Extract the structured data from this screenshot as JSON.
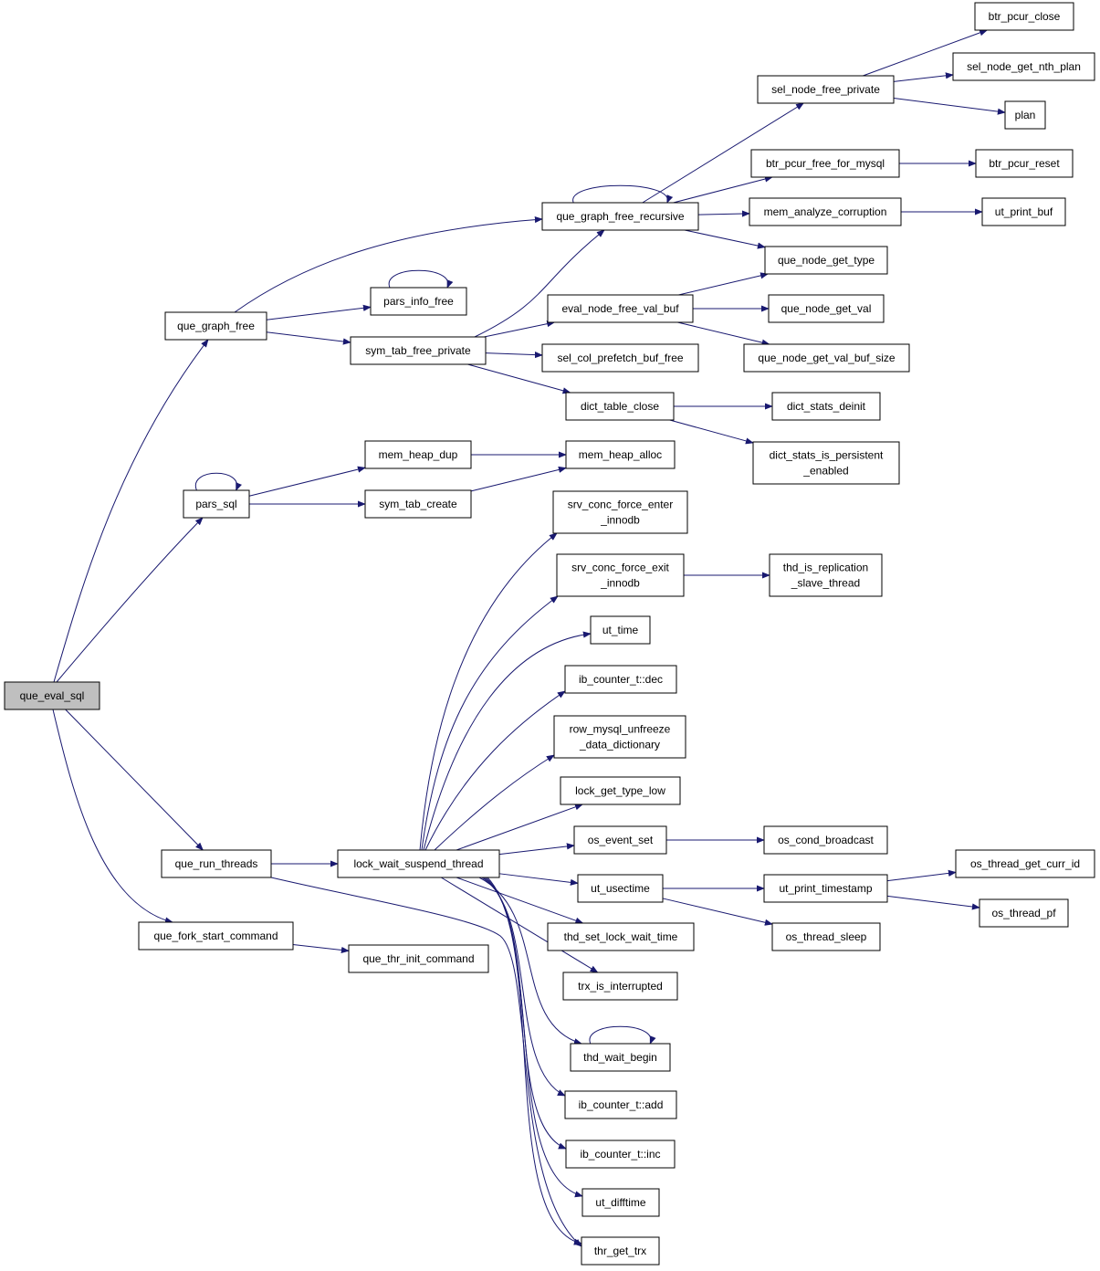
{
  "colors": {
    "edge": "#191970",
    "node_border": "#000000",
    "node_fill": "#ffffff",
    "root_fill": "#bfbfbf"
  },
  "nodes": {
    "que_eval_sql": [
      "que_eval_sql"
    ],
    "que_graph_free": [
      "que_graph_free"
    ],
    "pars_sql": [
      "pars_sql"
    ],
    "que_run_threads": [
      "que_run_threads"
    ],
    "que_fork_start_command": [
      "que_fork_start_command"
    ],
    "que_graph_free_recursive": [
      "que_graph_free_recursive"
    ],
    "pars_info_free": [
      "pars_info_free"
    ],
    "sym_tab_free_private": [
      "sym_tab_free_private"
    ],
    "mem_heap_dup": [
      "mem_heap_dup"
    ],
    "sym_tab_create": [
      "sym_tab_create"
    ],
    "lock_wait_suspend_thread": [
      "lock_wait_suspend_thread"
    ],
    "que_thr_init_command": [
      "que_thr_init_command"
    ],
    "eval_node_free_val_buf": [
      "eval_node_free_val_buf"
    ],
    "sel_col_prefetch_buf_free": [
      "sel_col_prefetch_buf_free"
    ],
    "dict_table_close": [
      "dict_table_close"
    ],
    "mem_heap_alloc": [
      "mem_heap_alloc"
    ],
    "srv_conc_force_enter_innodb": [
      "srv_conc_force_enter",
      "_innodb"
    ],
    "srv_conc_force_exit_innodb": [
      "srv_conc_force_exit",
      "_innodb"
    ],
    "ut_time": [
      "ut_time"
    ],
    "ib_counter_t_dec": [
      "ib_counter_t::dec"
    ],
    "row_mysql_unfreeze_data_dictionary": [
      "row_mysql_unfreeze",
      "_data_dictionary"
    ],
    "lock_get_type_low": [
      "lock_get_type_low"
    ],
    "os_event_set": [
      "os_event_set"
    ],
    "ut_usectime": [
      "ut_usectime"
    ],
    "thd_set_lock_wait_time": [
      "thd_set_lock_wait_time"
    ],
    "trx_is_interrupted": [
      "trx_is_interrupted"
    ],
    "thd_wait_begin": [
      "thd_wait_begin"
    ],
    "ib_counter_t_add": [
      "ib_counter_t::add"
    ],
    "ib_counter_t_inc": [
      "ib_counter_t::inc"
    ],
    "ut_difftime": [
      "ut_difftime"
    ],
    "thr_get_trx": [
      "thr_get_trx"
    ],
    "sel_node_free_private": [
      "sel_node_free_private"
    ],
    "btr_pcur_free_for_mysql": [
      "btr_pcur_free_for_mysql"
    ],
    "mem_analyze_corruption": [
      "mem_analyze_corruption"
    ],
    "que_node_get_type": [
      "que_node_get_type"
    ],
    "que_node_get_val": [
      "que_node_get_val"
    ],
    "que_node_get_val_buf_size": [
      "que_node_get_val_buf_size"
    ],
    "dict_stats_deinit": [
      "dict_stats_deinit"
    ],
    "dict_stats_is_persistent_enabled": [
      "dict_stats_is_persistent",
      "_enabled"
    ],
    "thd_is_replication_slave_thread": [
      "thd_is_replication",
      "_slave_thread"
    ],
    "os_cond_broadcast": [
      "os_cond_broadcast"
    ],
    "ut_print_timestamp": [
      "ut_print_timestamp"
    ],
    "os_thread_sleep": [
      "os_thread_sleep"
    ],
    "btr_pcur_close": [
      "btr_pcur_close"
    ],
    "sel_node_get_nth_plan": [
      "sel_node_get_nth_plan"
    ],
    "plan": [
      "plan"
    ],
    "btr_pcur_reset": [
      "btr_pcur_reset"
    ],
    "ut_print_buf": [
      "ut_print_buf"
    ],
    "os_thread_get_curr_id": [
      "os_thread_get_curr_id"
    ],
    "os_thread_pf": [
      "os_thread_pf"
    ]
  },
  "edges": [
    [
      "que_eval_sql",
      "que_graph_free"
    ],
    [
      "que_eval_sql",
      "pars_sql"
    ],
    [
      "que_eval_sql",
      "que_run_threads"
    ],
    [
      "que_eval_sql",
      "que_fork_start_command"
    ],
    [
      "que_graph_free",
      "que_graph_free_recursive"
    ],
    [
      "que_graph_free",
      "pars_info_free"
    ],
    [
      "que_graph_free",
      "sym_tab_free_private"
    ],
    [
      "pars_info_free",
      "pars_info_free"
    ],
    [
      "que_graph_free_recursive",
      "que_graph_free_recursive"
    ],
    [
      "que_graph_free_recursive",
      "sel_node_free_private"
    ],
    [
      "que_graph_free_recursive",
      "btr_pcur_free_for_mysql"
    ],
    [
      "que_graph_free_recursive",
      "mem_analyze_corruption"
    ],
    [
      "que_graph_free_recursive",
      "que_node_get_type"
    ],
    [
      "sel_node_free_private",
      "btr_pcur_close"
    ],
    [
      "sel_node_free_private",
      "sel_node_get_nth_plan"
    ],
    [
      "sel_node_free_private",
      "plan"
    ],
    [
      "btr_pcur_free_for_mysql",
      "btr_pcur_reset"
    ],
    [
      "mem_analyze_corruption",
      "ut_print_buf"
    ],
    [
      "sym_tab_free_private",
      "que_graph_free_recursive"
    ],
    [
      "sym_tab_free_private",
      "eval_node_free_val_buf"
    ],
    [
      "sym_tab_free_private",
      "sel_col_prefetch_buf_free"
    ],
    [
      "sym_tab_free_private",
      "dict_table_close"
    ],
    [
      "eval_node_free_val_buf",
      "que_node_get_type"
    ],
    [
      "eval_node_free_val_buf",
      "que_node_get_val"
    ],
    [
      "eval_node_free_val_buf",
      "que_node_get_val_buf_size"
    ],
    [
      "dict_table_close",
      "dict_stats_deinit"
    ],
    [
      "dict_table_close",
      "dict_stats_is_persistent_enabled"
    ],
    [
      "pars_sql",
      "pars_sql"
    ],
    [
      "pars_sql",
      "mem_heap_dup"
    ],
    [
      "pars_sql",
      "sym_tab_create"
    ],
    [
      "mem_heap_dup",
      "mem_heap_alloc"
    ],
    [
      "sym_tab_create",
      "mem_heap_alloc"
    ],
    [
      "que_run_threads",
      "lock_wait_suspend_thread"
    ],
    [
      "que_run_threads",
      "thr_get_trx"
    ],
    [
      "lock_wait_suspend_thread",
      "srv_conc_force_enter_innodb"
    ],
    [
      "lock_wait_suspend_thread",
      "srv_conc_force_exit_innodb"
    ],
    [
      "lock_wait_suspend_thread",
      "ut_time"
    ],
    [
      "lock_wait_suspend_thread",
      "ib_counter_t_dec"
    ],
    [
      "lock_wait_suspend_thread",
      "row_mysql_unfreeze_data_dictionary"
    ],
    [
      "lock_wait_suspend_thread",
      "lock_get_type_low"
    ],
    [
      "lock_wait_suspend_thread",
      "os_event_set"
    ],
    [
      "lock_wait_suspend_thread",
      "ut_usectime"
    ],
    [
      "lock_wait_suspend_thread",
      "thd_set_lock_wait_time"
    ],
    [
      "lock_wait_suspend_thread",
      "trx_is_interrupted"
    ],
    [
      "lock_wait_suspend_thread",
      "thd_wait_begin"
    ],
    [
      "lock_wait_suspend_thread",
      "ib_counter_t_add"
    ],
    [
      "lock_wait_suspend_thread",
      "ib_counter_t_inc"
    ],
    [
      "lock_wait_suspend_thread",
      "ut_difftime"
    ],
    [
      "lock_wait_suspend_thread",
      "thr_get_trx"
    ],
    [
      "srv_conc_force_exit_innodb",
      "thd_is_replication_slave_thread"
    ],
    [
      "os_event_set",
      "os_cond_broadcast"
    ],
    [
      "ut_usectime",
      "ut_print_timestamp"
    ],
    [
      "ut_usectime",
      "os_thread_sleep"
    ],
    [
      "ut_print_timestamp",
      "os_thread_get_curr_id"
    ],
    [
      "ut_print_timestamp",
      "os_thread_pf"
    ],
    [
      "thd_wait_begin",
      "thd_wait_begin"
    ],
    [
      "que_fork_start_command",
      "que_thr_init_command"
    ]
  ]
}
